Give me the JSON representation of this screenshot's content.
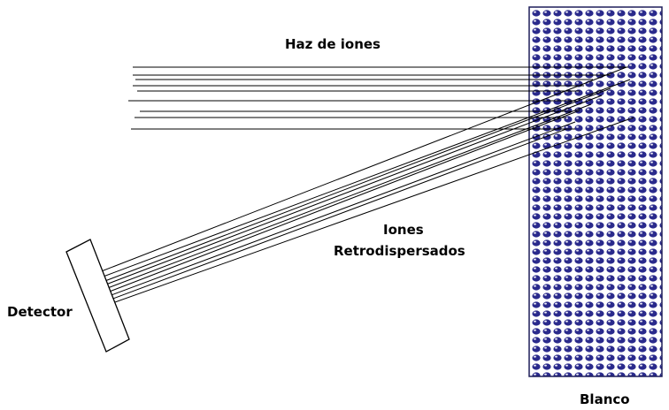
{
  "labels": {
    "beam": "Haz de iones",
    "backscatter_line1": "Iones",
    "backscatter_line2": "Retrodispersados",
    "detector": "Detector",
    "target": "Blanco"
  },
  "counts": {
    "incident_rays": 9,
    "backscattered_rays": 9
  },
  "colors": {
    "target_background": "#ffffff",
    "atom_fill": "#2a2a8c",
    "atom_highlight": "#ffffff",
    "target_border": "#1e1e5a",
    "ray_stroke": "#000000",
    "detector_fill": "#ffffff",
    "detector_stroke": "#000000"
  }
}
